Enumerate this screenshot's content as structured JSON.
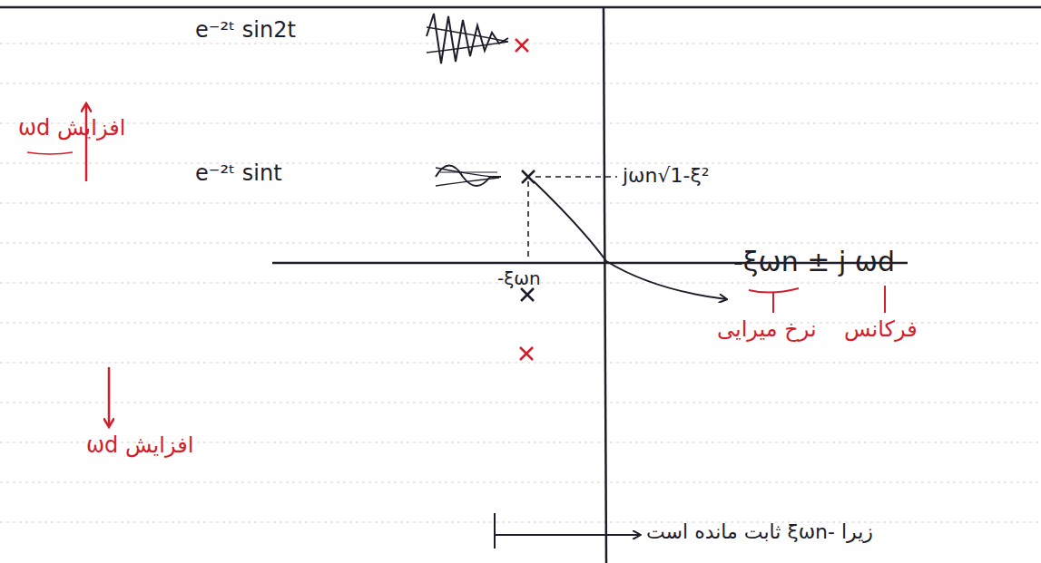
{
  "diagram": {
    "labels": [
      "e⁻²ᵗ sin2t",
      "e⁻²ᵗ sint",
      "jωn√1-ξ²",
      "-ξωn",
      "-ξωn ± j ωd",
      "فرکانس",
      "نرخ میرایی",
      "افزایش ωd",
      "افزایش ωd",
      "زیرا -ξωn ثابت مانده است"
    ]
  }
}
